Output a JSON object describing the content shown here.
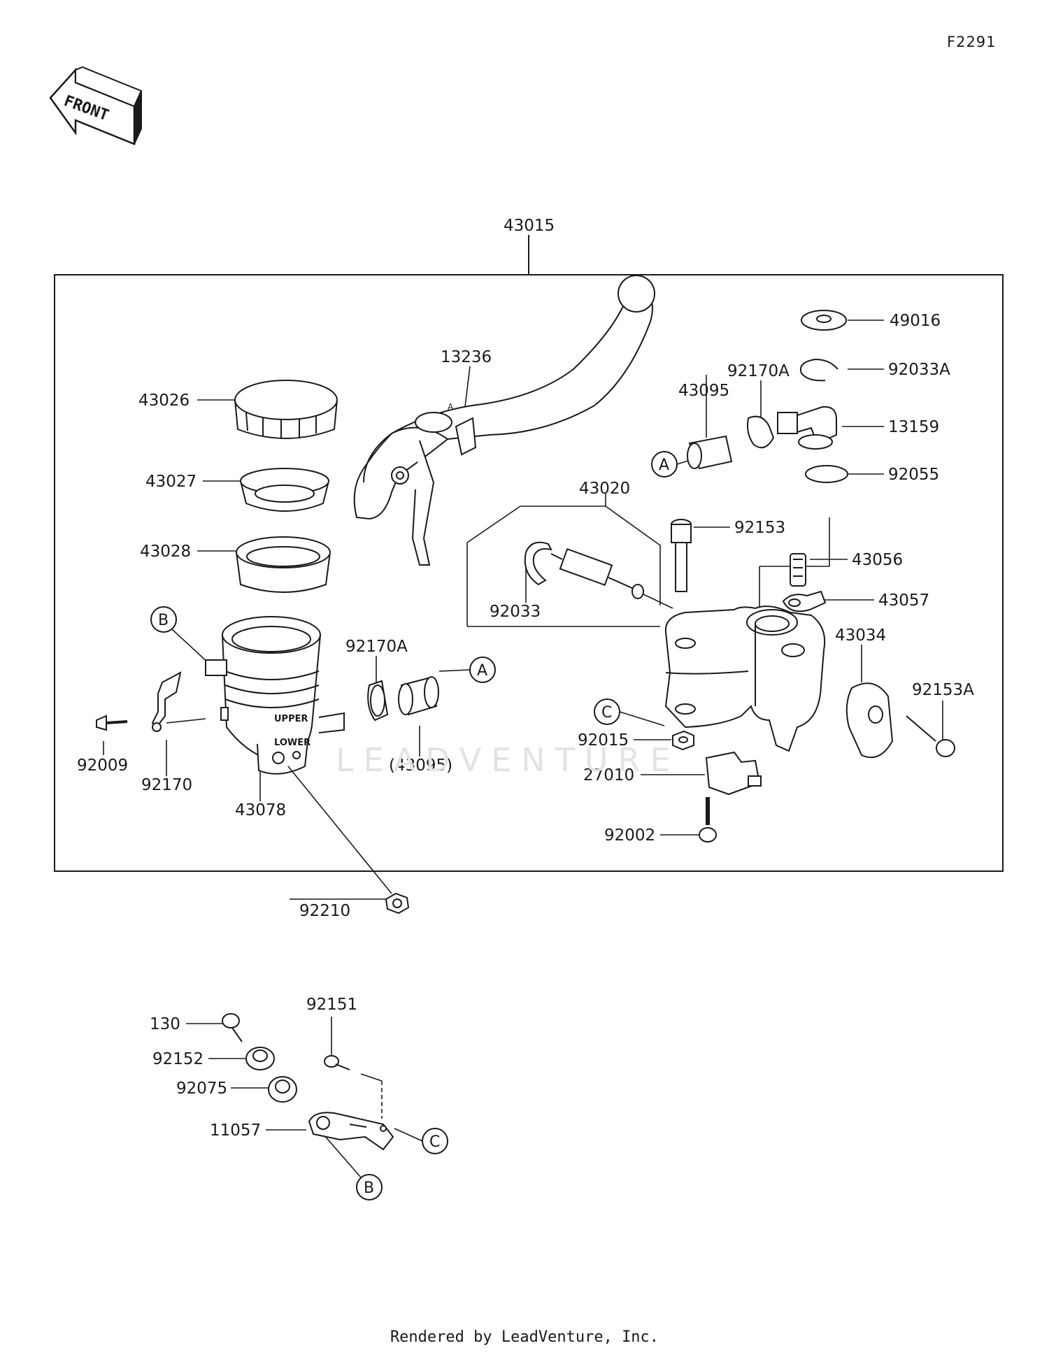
{
  "figure_id": "F2291",
  "front_label": "FRONT",
  "watermark": "LEADVENTURE",
  "footer": "Rendered by LeadVenture, Inc.",
  "part_labels": {
    "p43015": "43015",
    "p13236": "13236",
    "p43026": "43026",
    "p43027": "43027",
    "p43028": "43028",
    "p43020": "43020",
    "p92033": "92033",
    "p43095": "43095",
    "p92170A_top": "92170A",
    "p49016": "49016",
    "p92033A": "92033A",
    "p13159": "13159",
    "p92055": "92055",
    "p92153": "92153",
    "p43056": "43056",
    "p43057": "43057",
    "p43034": "43034",
    "p92153A": "92153A",
    "p92170A_mid": "92170A",
    "p43095_paren": "(43095)",
    "p92009": "92009",
    "p92170": "92170",
    "p43078": "43078",
    "p92210": "92210",
    "p92015": "92015",
    "p27010": "27010",
    "p92002": "92002",
    "p130": "130",
    "p92151": "92151",
    "p92152": "92152",
    "p92075": "92075",
    "p11057": "11057"
  },
  "reference_markers": {
    "A": "A",
    "B": "B",
    "C": "C"
  },
  "reservoir_labels": {
    "upper": "UPPER",
    "lower": "LOWER"
  },
  "lever_text": "A"
}
